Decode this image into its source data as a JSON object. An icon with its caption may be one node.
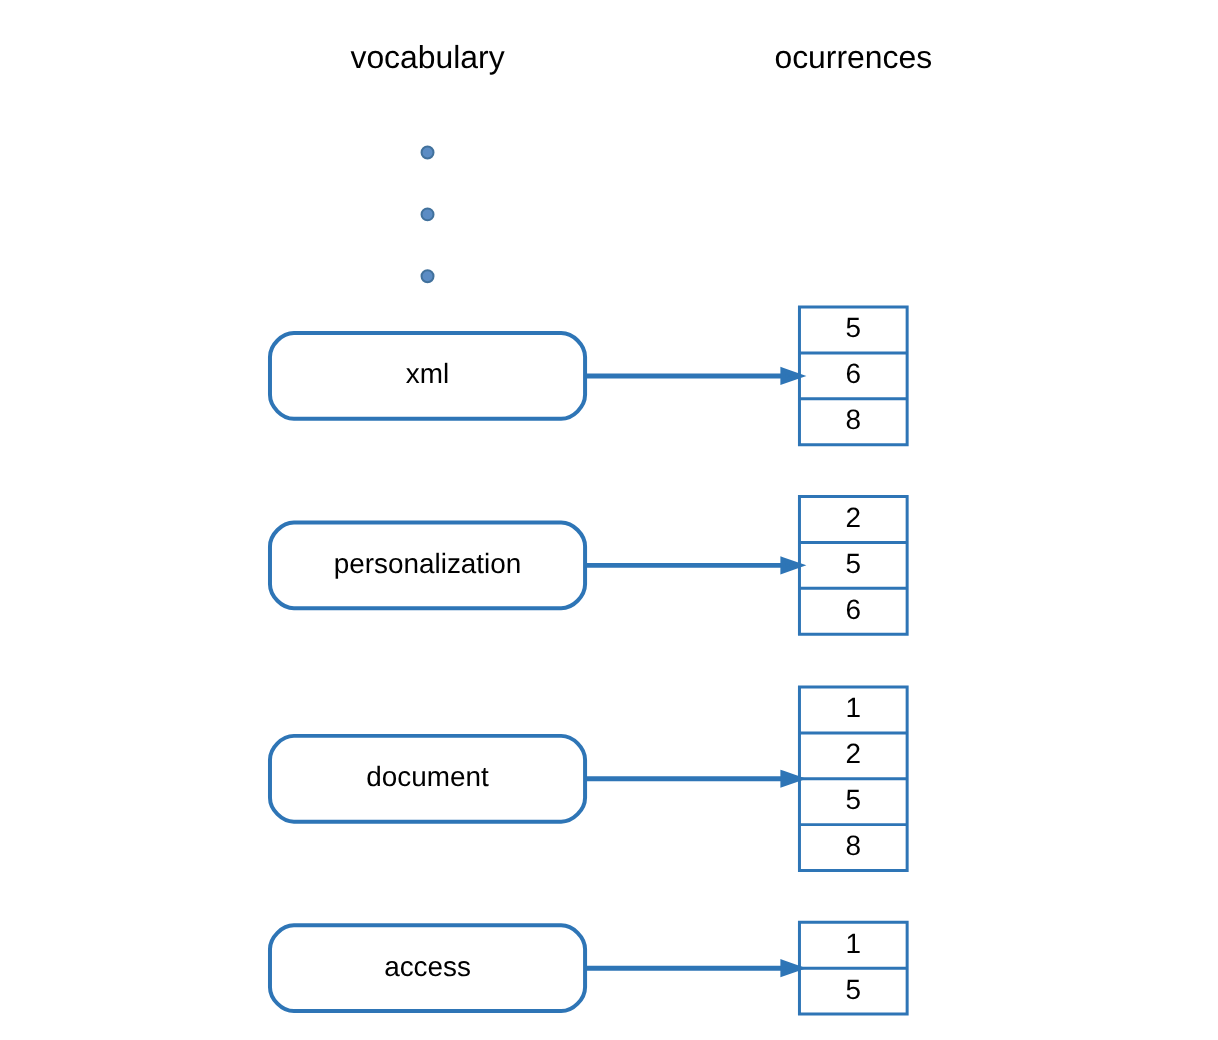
{
  "diagram": {
    "nodes": [
      {
        "text": [
          "access"
        ]
      },
      {
        "text": [
          "1",
          "5"
        ]
      },
      {
        "text": [
          "document"
        ]
      },
      {
        "text": [
          "1",
          "2",
          "5",
          "8"
        ]
      },
      {
        "text": [
          "personalization"
        ]
      },
      {
        "text": [
          "2",
          "5",
          "6"
        ]
      },
      {
        "text": [
          "xml"
        ]
      },
      {
        "text": [
          "5",
          "6",
          "8"
        ]
      },
      {
        "text": [],
        "shape": "circle"
      },
      {
        "text": [],
        "shape": "circle"
      },
      {
        "text": [],
        "shape": "circle"
      }
    ],
    "edges": [
      {
        "from": 0,
        "to": 1,
        "arrow": "to"
      },
      {
        "from": 2,
        "to": 3,
        "arrow": "to"
      },
      {
        "from": 4,
        "to": 5,
        "arrow": "to"
      },
      {
        "from": 6,
        "to": 7,
        "arrow": "to"
      }
    ],
    "labels": [
      "vocabulary",
      "ocurrences"
    ]
  }
}
